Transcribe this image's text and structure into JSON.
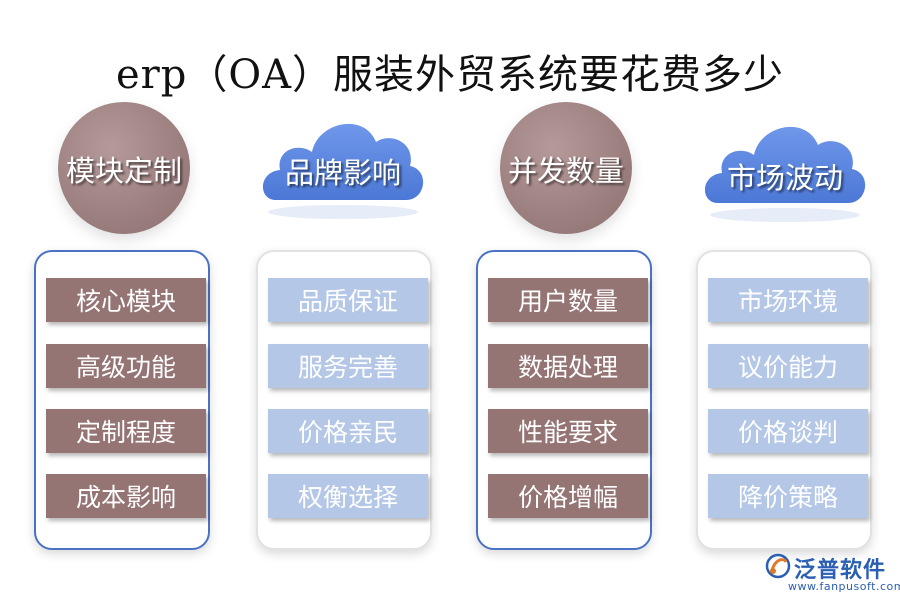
{
  "title": "erp（OA）服装外贸系统要花费多少",
  "columns": [
    {
      "header": "模块定制",
      "header_shape": "circle",
      "items": [
        "核心模块",
        "高级功能",
        "定制程度",
        "成本影响"
      ]
    },
    {
      "header": "品牌影响",
      "header_shape": "cloud",
      "items": [
        "品质保证",
        "服务完善",
        "价格亲民",
        "权衡选择"
      ]
    },
    {
      "header": "并发数量",
      "header_shape": "circle",
      "items": [
        "用户数量",
        "数据处理",
        "性能要求",
        "价格增幅"
      ]
    },
    {
      "header": "市场波动",
      "header_shape": "cloud",
      "items": [
        "市场环境",
        "议价能力",
        "价格谈判",
        "降价策略"
      ]
    }
  ],
  "logo": {
    "name": "泛普软件",
    "url": "www.fanpusoft.com"
  },
  "colors": {
    "circle": "#9c7f7f",
    "brown_item": "#957474",
    "cloud": "#5a86e0",
    "light_blue_item": "#b4c7e7",
    "panel_border_blue": "#4a72c4"
  }
}
